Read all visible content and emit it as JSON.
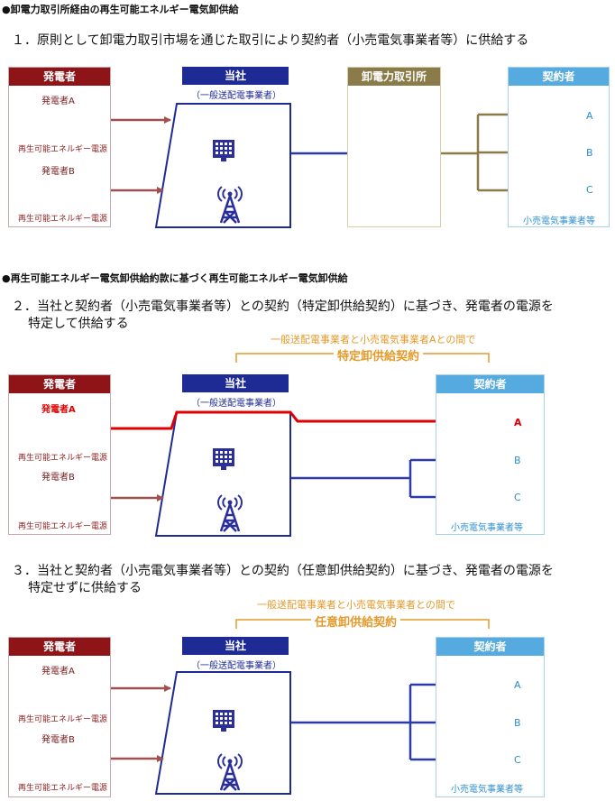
{
  "section1": {
    "heading": "●卸電力取引所経由の再生可能エネルギー電気卸供給",
    "item": "１．原則として卸電力取引市場を通じた取引により契約者（小売電気事業者等）に供給する",
    "generator_box": "発電者",
    "gen_a": "発電者A",
    "gen_b": "発電者B",
    "renewable_source": "再生可能エネルギー電源",
    "company_box": "当社",
    "company_sub": "（一般送配電事業者）",
    "exchange_box": "卸電力取引所",
    "contractor_box": "契約者",
    "cust_a": "A",
    "cust_b": "B",
    "cust_c": "C",
    "retailer_caption": "小売電気事業者等"
  },
  "section2": {
    "heading": "●再生可能エネルギー電気卸供給約款に基づく再生可能エネルギー電気卸供給",
    "item_line1": "２．当社と契約者（小売電気事業者等）との契約（特定卸供給契約）に基づき、発電者の電源を",
    "item_line2": "特定して供給する",
    "contract_note": "一般送配電事業者と小売電気事業者Aとの間で",
    "contract_name": "特定卸供給契約",
    "generator_box": "発電者",
    "gen_a": "発電者A",
    "gen_b": "発電者B",
    "renewable_source": "再生可能エネルギー電源",
    "company_box": "当社",
    "company_sub": "（一般送配電事業者）",
    "contractor_box": "契約者",
    "cust_a": "A",
    "cust_b": "B",
    "cust_c": "C",
    "retailer_caption": "小売電気事業者等"
  },
  "section3": {
    "item_line1": "３．当社と契約者（小売電気事業者等）との契約（任意卸供給契約）に基づき、発電者の電源を",
    "item_line2": "特定せずに供給する",
    "contract_note": "一般送配電事業者と小売電気事業者との間で",
    "contract_name": "任意卸供給契約",
    "generator_box": "発電者",
    "gen_a": "発電者A",
    "gen_b": "発電者B",
    "renewable_source": "再生可能エネルギー電源",
    "company_box": "当社",
    "company_sub": "（一般送配電事業者）",
    "contractor_box": "契約者",
    "cust_a": "A",
    "cust_b": "B",
    "cust_c": "C",
    "retailer_caption": "小売電気事業者等"
  },
  "colors": {
    "generator": "#8e1418",
    "company": "#1f2b95",
    "exchange": "#8a7b48",
    "contractor": "#55aadf",
    "arrow_gen": "#a0504e",
    "arrow_company": "#2e3aa8",
    "arrow_exchange": "#8a7b48",
    "highlight": "#e00000",
    "contract": "#e39a2b"
  }
}
